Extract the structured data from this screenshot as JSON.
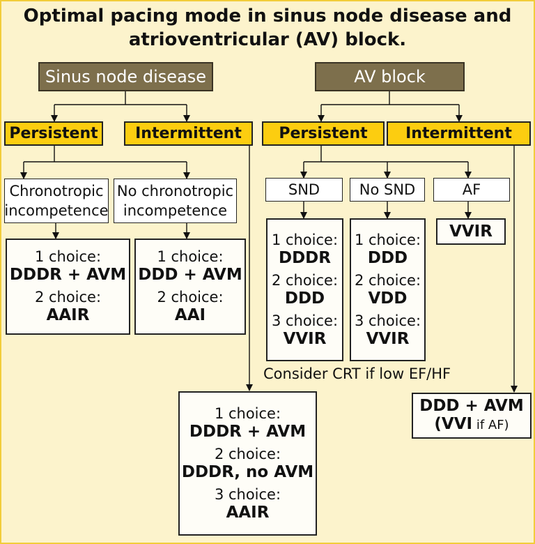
{
  "title": {
    "line1": "Optimal pacing mode in sinus node disease and",
    "line2": "atrioventricular (AV) block."
  },
  "sinus_node_disease": {
    "header": "Sinus node disease",
    "persistent": "Persistent",
    "intermittent": "Intermittent",
    "chrono_incompetence": [
      "Chronotropic",
      "incompetence"
    ],
    "no_chrono_incompetence": [
      "No chronotropic",
      "incompetence"
    ],
    "rec_chrono": {
      "choice1_label": "1 choice:",
      "choice1_value": "DDDR + AVM",
      "choice2_label": "2 choice:",
      "choice2_value": "AAIR"
    },
    "rec_no_chrono": {
      "choice1_label": "1 choice:",
      "choice1_value": "DDD + AVM",
      "choice2_label": "2 choice:",
      "choice2_value": "AAI"
    },
    "rec_intermittent": {
      "choice1_label": "1 choice:",
      "choice1_value": "DDDR + AVM",
      "choice2_label": "2 choice:",
      "choice2_value": "DDDR, no AVM",
      "choice3_label": "3 choice:",
      "choice3_value": "AAIR"
    }
  },
  "av_block": {
    "header": "AV block",
    "persistent": "Persistent",
    "intermittent": "Intermittent",
    "snd": "SND",
    "no_snd": "No SND",
    "af": "AF",
    "rec_snd": {
      "choice1_label": "1 choice:",
      "choice1_value": "DDDR",
      "choice2_label": "2 choice:",
      "choice2_value": "DDD",
      "choice3_label": "3 choice:",
      "choice3_value": "VVIR"
    },
    "rec_no_snd": {
      "choice1_label": "1 choice:",
      "choice1_value": "DDD",
      "choice2_label": "2 choice:",
      "choice2_value": "VDD",
      "choice3_label": "3 choice:",
      "choice3_value": "VVIR"
    },
    "rec_af": "VVIR",
    "crt_note": "Consider CRT if low EF/HF",
    "rec_intermittent": {
      "line1": "DDD + AVM",
      "line2_bold": "(VVI",
      "line2_rest": " if AF)"
    }
  },
  "colors": {
    "background": "#fcf3cc",
    "header_fill": "#7d6f4c",
    "category_fill": "#fccd10",
    "frame": "#f2cd3a"
  }
}
